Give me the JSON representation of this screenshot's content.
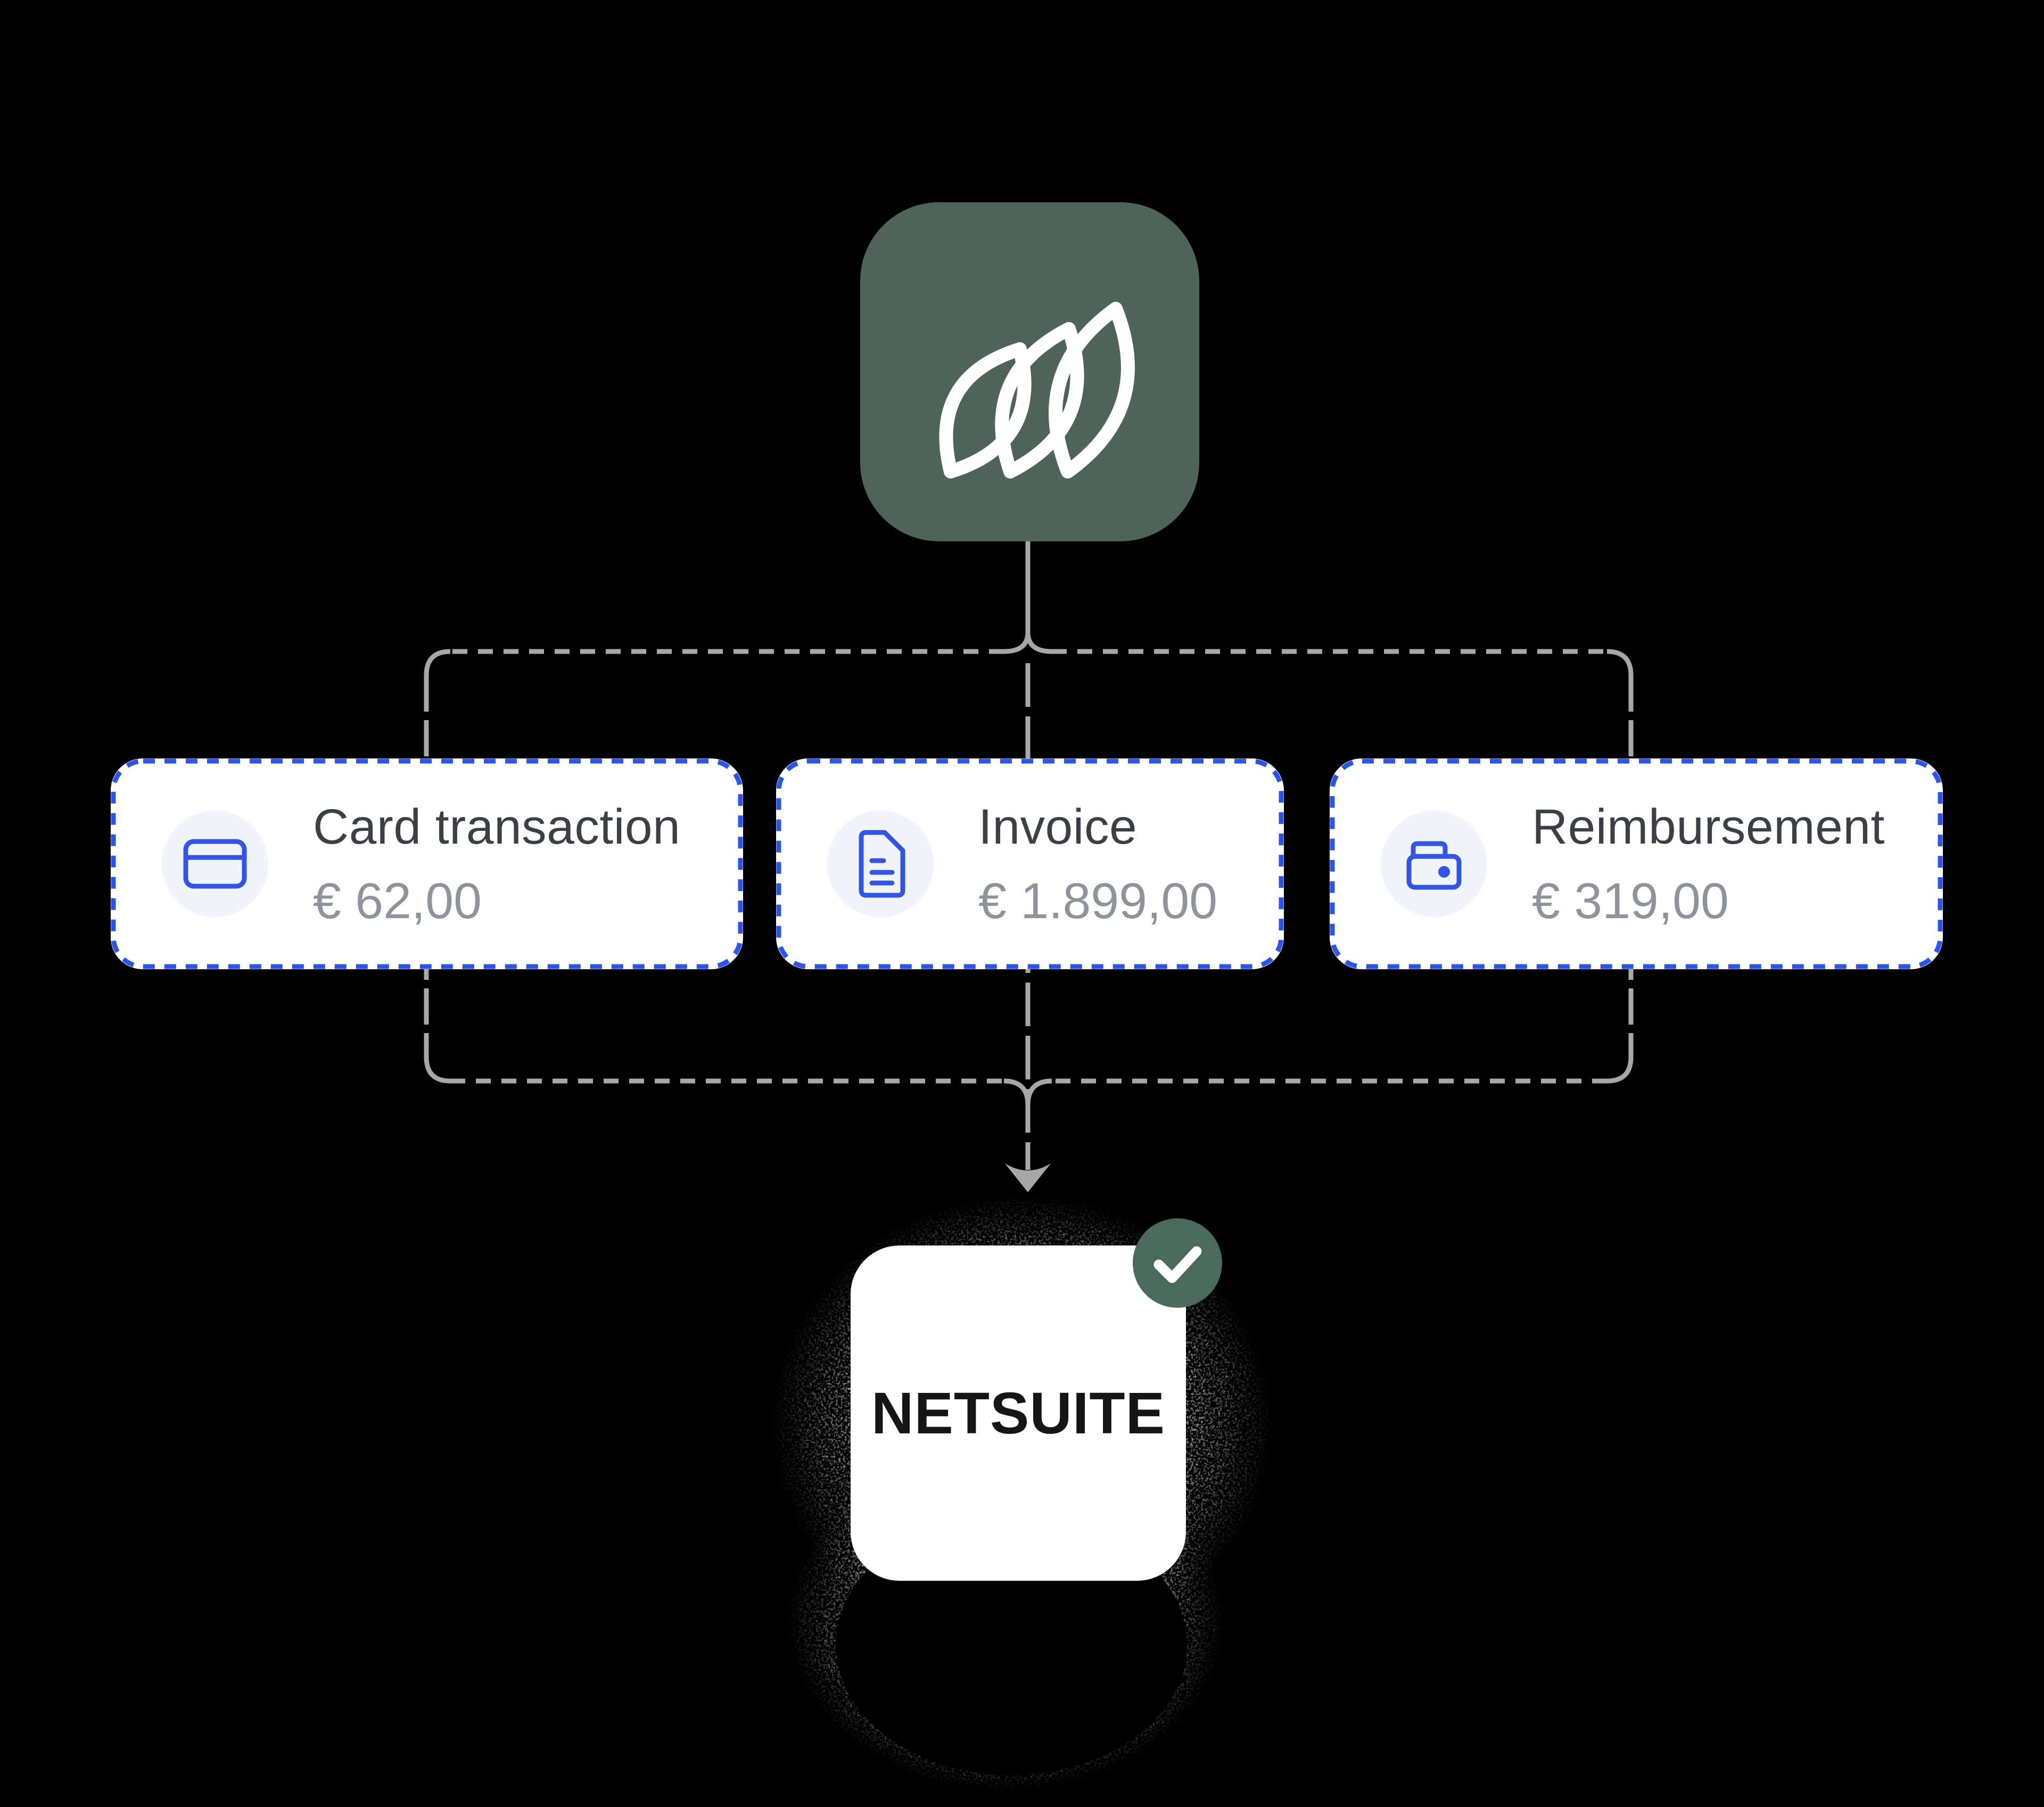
{
  "diagram": {
    "source": {
      "name": "Moss",
      "icon": "moss-logo-icon"
    },
    "records": [
      {
        "icon": "credit-card-icon",
        "title": "Card transaction",
        "amount": "€ 62,00"
      },
      {
        "icon": "document-icon",
        "title": "Invoice",
        "amount": "€ 1.899,00"
      },
      {
        "icon": "wallet-icon",
        "title": "Reimbursement",
        "amount": "€ 319,00"
      }
    ],
    "destination": {
      "label": "NETSUITE",
      "status_icon": "check-icon"
    }
  },
  "colors": {
    "background": "#000000",
    "moss_green": "#4E635A",
    "check_green": "#4A6A5C",
    "accent_blue": "#2B55E8",
    "icon_blue": "#3355E6",
    "icon_circle_bg": "#F2F4FC",
    "card_bg": "#FFFFFF",
    "title_color": "#3B3F46",
    "amount_color": "#8F949C",
    "line_gray": "#A7A7A7",
    "netsuite_text": "#151515",
    "grain_gray": "#BDBDBD"
  }
}
